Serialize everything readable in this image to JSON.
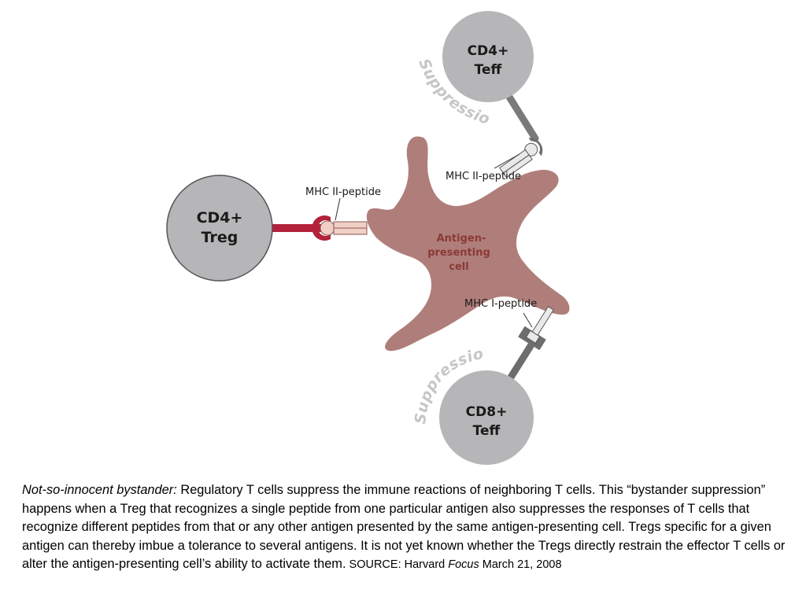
{
  "diagram": {
    "cells": {
      "treg": {
        "line1": "CD4+",
        "line2": "Treg"
      },
      "cd4_teff": {
        "line1": "CD4+",
        "line2": "Teff"
      },
      "cd8_teff": {
        "line1": "CD8+",
        "line2": "Teff"
      }
    },
    "apc": {
      "line1": "Antigen-",
      "line2": "presenting",
      "line3": "cell"
    },
    "receptor_labels": {
      "treg_mhc": "MHC II-peptide",
      "teff_mhc": "MHC II-peptide",
      "cd8_mhc": "MHC I-peptide"
    },
    "suppression_top": "Suppression",
    "suppression_bottom": "Suppression",
    "colors": {
      "cell_gray": "#b6b6b8",
      "apc": "#b07e7a",
      "treg_receptor": "#b3213a",
      "connector": "#7a7a7c",
      "mhc_treg": "#f0cfc4",
      "suppression_text": "#c6c6c8"
    }
  },
  "caption": {
    "lead": "Not-so-innocent bystander:",
    "body": " Regulatory T cells suppress the immune reactions of neighboring T cells. This “bystander suppression” happens when a Treg that recognizes a single peptide from one particular antigen also suppresses the responses of T cells that recognize different peptides from that or any other antigen presented by the same antigen-presenting cell. Tregs specific for a given antigen can thereby imbue a tolerance to several antigens. It is not yet known whether the Tregs directly restrain the effector T cells or alter the antigen-presenting cell’s ability to activate them.",
    "source_prefix": " SOURCE: Harvard ",
    "source_em": "Focus",
    "source_suffix": " March 21, 2008"
  }
}
